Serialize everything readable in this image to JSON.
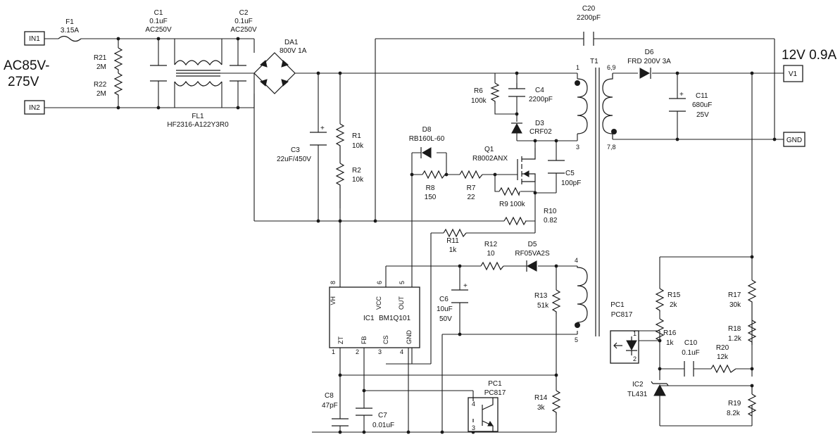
{
  "input": {
    "label": "AC85V-275V",
    "line1": "AC85V-",
    "line2": "275V"
  },
  "output": {
    "label": "12V 0.9A"
  },
  "ports": {
    "in1": "IN1",
    "in2": "IN2",
    "v1": "V1",
    "gnd": "GND"
  },
  "components": {
    "F1": {
      "ref": "F1",
      "value": "3.15A"
    },
    "C1": {
      "ref": "C1",
      "value": "0.1uF",
      "rating": "AC250V"
    },
    "C2": {
      "ref": "C2",
      "value": "0.1uF",
      "rating": "AC250V"
    },
    "R21": {
      "ref": "R21",
      "value": "2M"
    },
    "R22": {
      "ref": "R22",
      "value": "2M"
    },
    "FL1": {
      "ref": "FL1",
      "value": "HF2316-A122Y3R0"
    },
    "DA1": {
      "ref": "DA1",
      "value": "800V 1A"
    },
    "C3": {
      "ref": "C3",
      "value": "22uF/450V"
    },
    "R1": {
      "ref": "R1",
      "value": "10k"
    },
    "R2": {
      "ref": "R2",
      "value": "10k"
    },
    "C20": {
      "ref": "C20",
      "value": "2200pF"
    },
    "R6": {
      "ref": "R6",
      "value": "100k"
    },
    "C4": {
      "ref": "C4",
      "value": "2200pF"
    },
    "D3": {
      "ref": "D3",
      "value": "CRF02"
    },
    "D8": {
      "ref": "D8",
      "value": "RB160L-60"
    },
    "Q1": {
      "ref": "Q1",
      "value": "R8002ANX"
    },
    "R8": {
      "ref": "R8",
      "value": "150"
    },
    "R7": {
      "ref": "R7",
      "value": "22"
    },
    "R9": {
      "ref": "R9",
      "value": "100k"
    },
    "C5": {
      "ref": "C5",
      "value": "100pF"
    },
    "R10": {
      "ref": "R10",
      "value": "0.82"
    },
    "R11": {
      "ref": "R11",
      "value": "1k"
    },
    "R12": {
      "ref": "R12",
      "value": "10"
    },
    "D5": {
      "ref": "D5",
      "value": "RF05VA2S"
    },
    "C6": {
      "ref": "C6",
      "value": "10uF",
      "rating": "50V"
    },
    "R13": {
      "ref": "R13",
      "value": "51k"
    },
    "IC1": {
      "ref": "IC1",
      "value": "BM1Q101"
    },
    "C8": {
      "ref": "C8",
      "value": "47pF"
    },
    "C7": {
      "ref": "C7",
      "value": "0.01uF"
    },
    "R14": {
      "ref": "R14",
      "value": "3k"
    },
    "PC1a": {
      "ref": "PC1",
      "value": "PC817"
    },
    "PC1b": {
      "ref": "PC1",
      "value": "PC817"
    },
    "T1": {
      "ref": "T1"
    },
    "D6": {
      "ref": "D6",
      "value": "FRD 200V 3A"
    },
    "C11": {
      "ref": "C11",
      "value": "680uF",
      "rating": "25V"
    },
    "R15": {
      "ref": "R15",
      "value": "2k"
    },
    "R16": {
      "ref": "R16",
      "value": "1k"
    },
    "C10": {
      "ref": "C10",
      "value": "0.1uF"
    },
    "R20": {
      "ref": "R20",
      "value": "12k"
    },
    "R17": {
      "ref": "R17",
      "value": "30k"
    },
    "R18": {
      "ref": "R18",
      "value": "1.2k"
    },
    "R19": {
      "ref": "R19",
      "value": "8.2k"
    },
    "IC2": {
      "ref": "IC2",
      "value": "TL431"
    }
  },
  "ic1_pins": {
    "p8": "8",
    "p6": "6",
    "p5": "5",
    "p1": "1",
    "p2": "2",
    "p3": "3",
    "p4": "4",
    "vh": "VH",
    "vcc": "VCC",
    "out": "OUT",
    "zt": "ZT",
    "fb": "FB",
    "cs": "CS",
    "gnd": "GND"
  },
  "t1_pins": {
    "p1": "1",
    "p3": "3",
    "p4": "4",
    "p5": "5",
    "p69": "6,9",
    "p78": "7,8"
  },
  "pc1_pins": {
    "p1": "1",
    "p2": "2",
    "p3": "3",
    "p4": "4"
  }
}
